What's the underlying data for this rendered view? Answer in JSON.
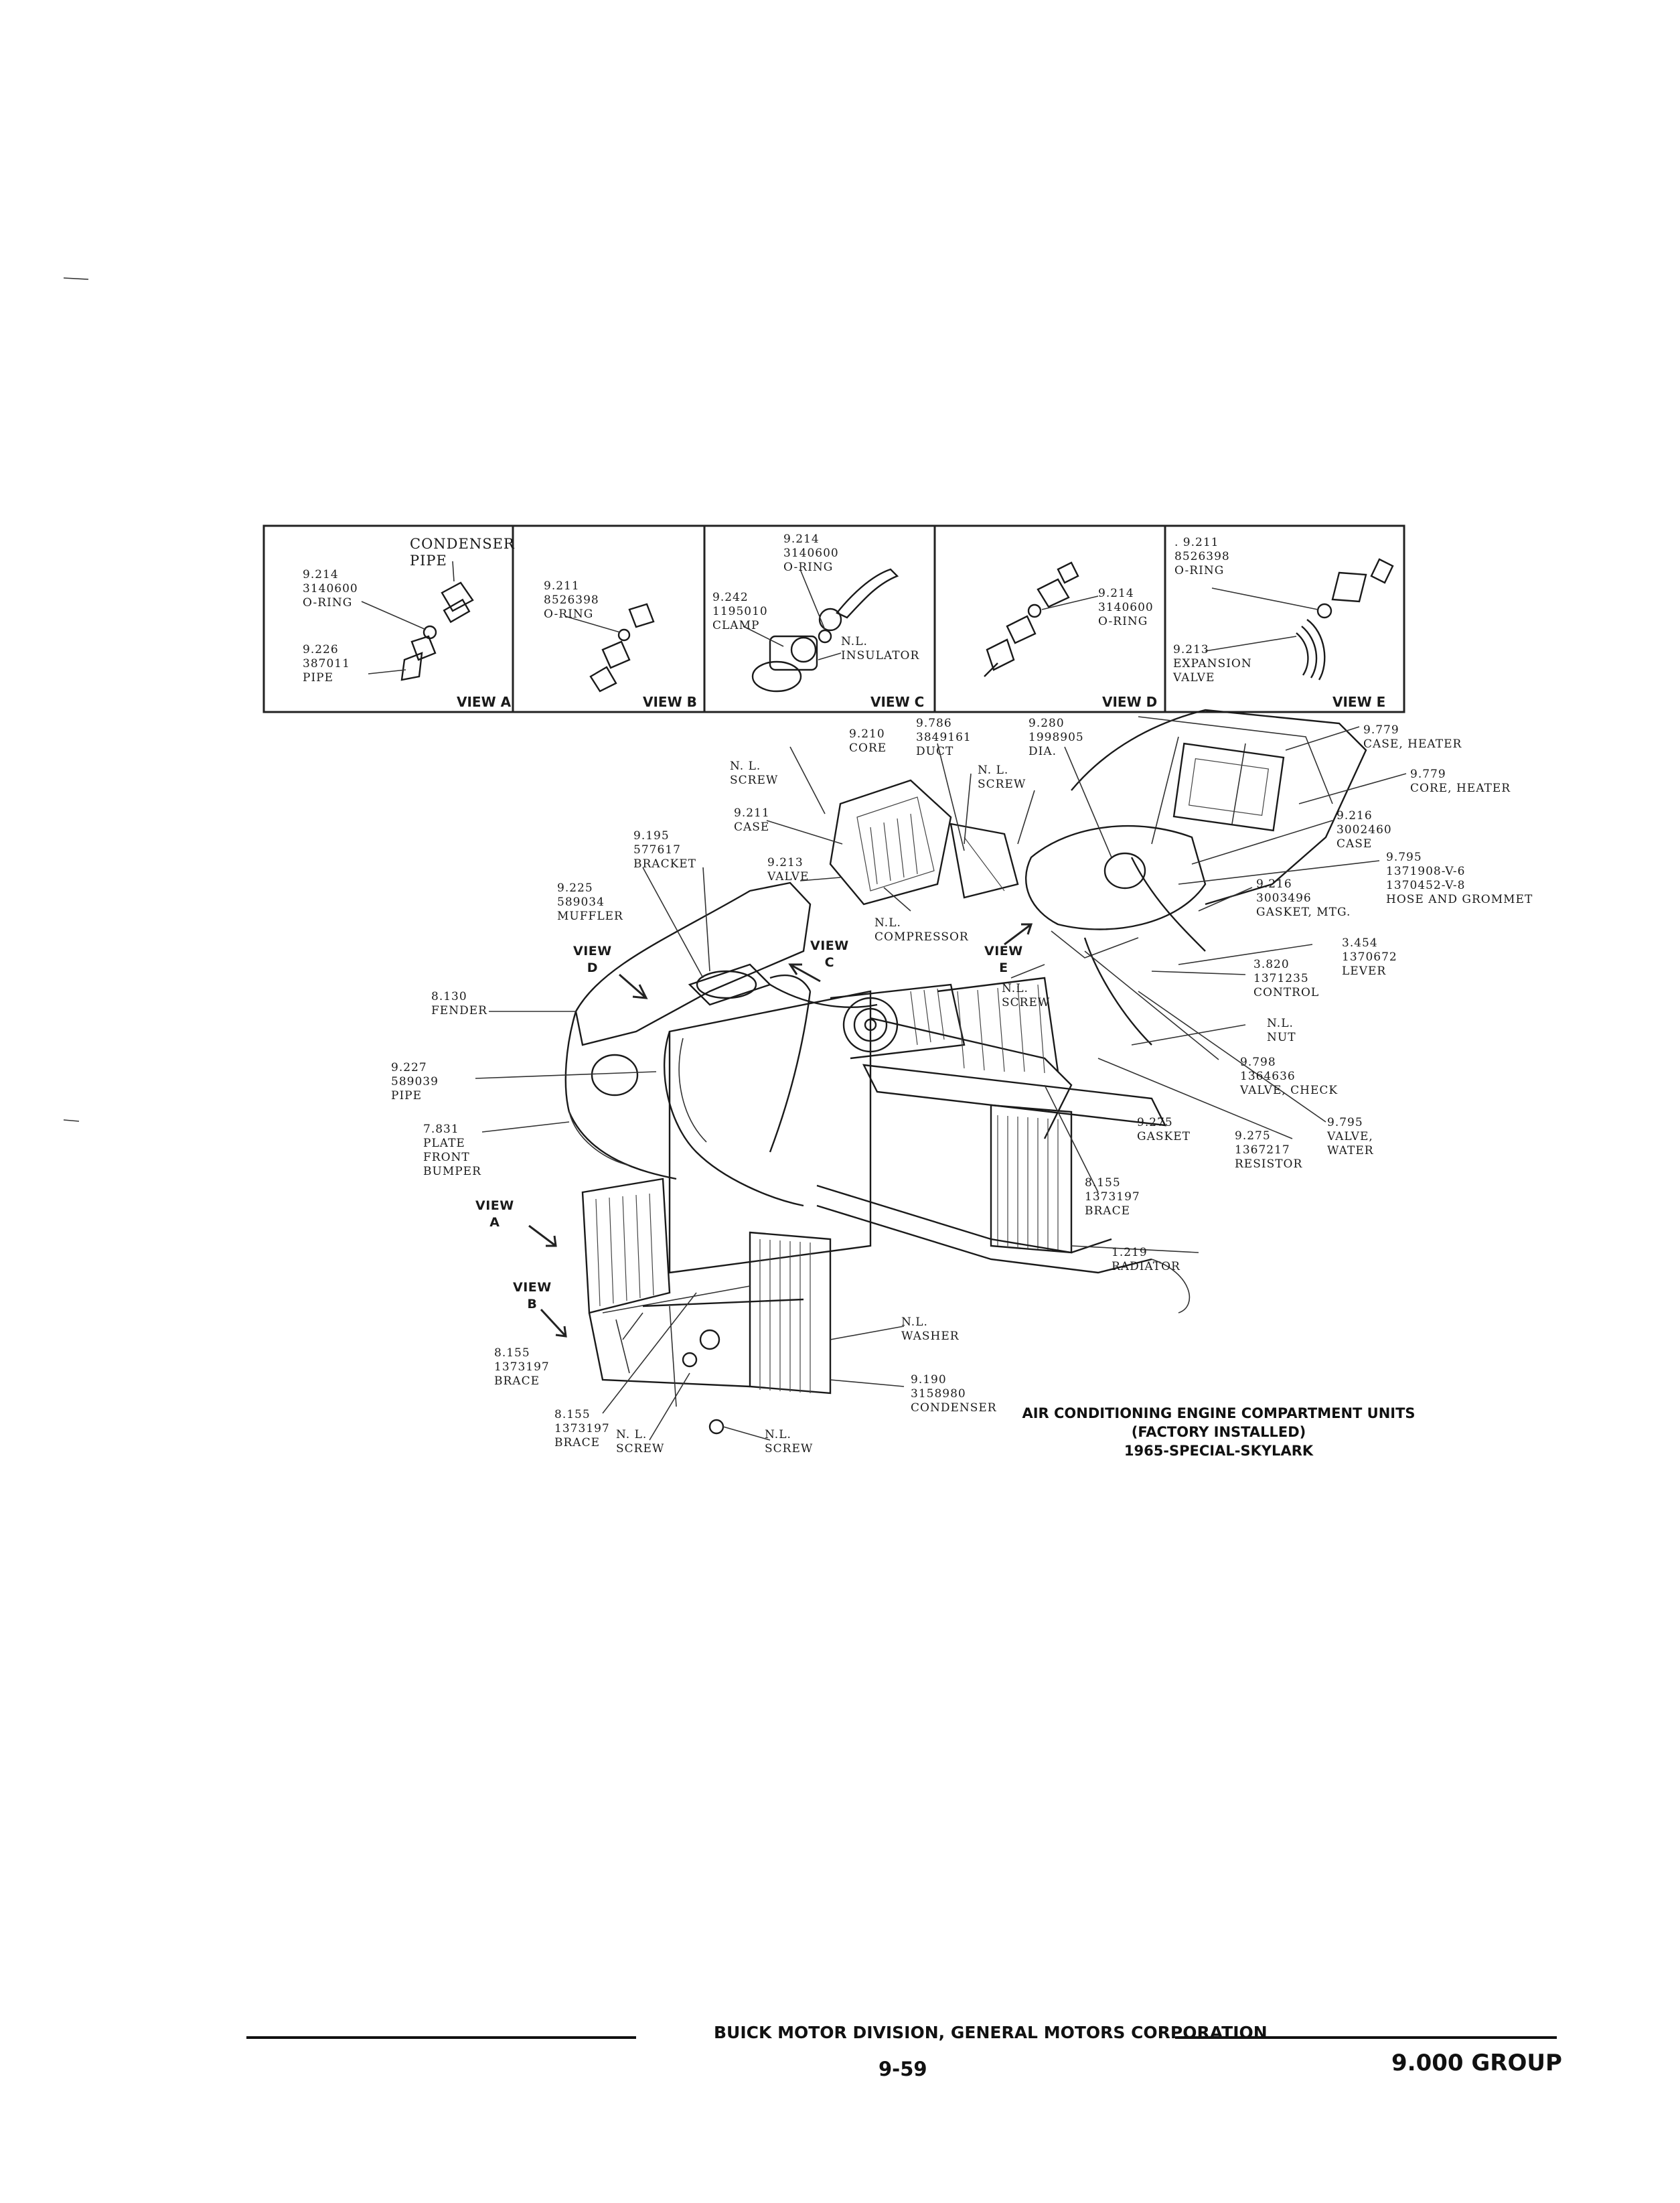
{
  "views": {
    "a": {
      "tag": "VIEW A",
      "labels": {
        "condenser_pipe": "CONDENSER\nPIPE",
        "oring": "9.214\n3140600\nO-RING",
        "pipe": "9.226\n387011\nPIPE"
      }
    },
    "b": {
      "tag": "VIEW B",
      "labels": {
        "oring": "9.211\n8526398\nO-RING"
      }
    },
    "c": {
      "tag": "VIEW C",
      "labels": {
        "oring": "9.214\n3140600\nO-RING",
        "clamp": "9.242\n1195010\nCLAMP",
        "insulator": "N.L.\nINSULATOR"
      }
    },
    "d": {
      "tag": "VIEW D",
      "labels": {
        "oring": "9.214\n3140600\nO-RING"
      }
    },
    "e": {
      "tag": "VIEW E",
      "labels": {
        "oring": ". 9.211\n8526398\nO-RING",
        "expansion_valve": "9.213\nEXPANSION\nVALVE"
      }
    }
  },
  "callouts": {
    "core": "9.210\nCORE",
    "duct": "9.786\n3849161\nDUCT",
    "dia": "9.280\n1998905\nDIA.",
    "case_heater": "9.779\nCASE, HEATER",
    "core_heater": "9.779\nCORE, HEATER",
    "case_216": "9.216\n3002460\nCASE",
    "nl_screw_1": "N. L.\nSCREW",
    "nl_screw_2": "N. L.\nSCREW",
    "case_211": "9.211\nCASE",
    "bracket": "9.195\n577617\nBRACKET",
    "valve_213": "9.213\nVALVE",
    "muffler": "9.225\n589034\nMUFFLER",
    "hose_grommet": "9.795\n1371908-V-6\n1370452-V-8\nHOSE AND GROMMET",
    "gasket_mtg": "9.216\n3003496\nGASKET, MTG.",
    "view_d_arrow": "VIEW\nD",
    "nl_compressor": "N.L.\nCOMPRESSOR",
    "view_c_arrow": "VIEW\nC",
    "view_e_arrow": "VIEW\nE",
    "lever": "3.454\n1370672\nLEVER",
    "control": "3.820\n1371235\nCONTROL",
    "fender": "8.130\nFENDER",
    "nl_screw_3": "N.L.\nSCREW",
    "nl_nut": "N.L.\nNUT",
    "pipe_227": "9.227\n589039\nPIPE",
    "valve_check": "9.798\n1364636\nVALVE, CHECK",
    "plate": "7.831\nPLATE\nFRONT\nBUMPER",
    "gasket_275": "9.275\nGASKET",
    "resistor": "9.275\n1367217\nRESISTOR",
    "valve_water": "9.795\nVALVE,\nWATER",
    "brace_1": "8.155\n1373197\nBRACE",
    "view_a_arrow": "VIEW\nA",
    "radiator": "1.219\nRADIATOR",
    "view_b_arrow": "VIEW\nB",
    "nl_washer": "N.L.\nWASHER",
    "brace_2": "8.155\n1373197\nBRACE",
    "condenser": "9.190\n3158980\nCONDENSER",
    "brace_3": "8.155\n1373197\nBRACE",
    "nl_screw_4": "N. L.\nSCREW",
    "nl_screw_5": "N.L.\nSCREW"
  },
  "caption": "AIR CONDITIONING ENGINE COMPARTMENT UNITS\n(FACTORY INSTALLED)\n1965-SPECIAL-SKYLARK",
  "footer": {
    "division": "BUICK MOTOR DIVISION, GENERAL MOTORS CORPORATION",
    "page_number": "9-59",
    "group": "9.000 GROUP"
  }
}
